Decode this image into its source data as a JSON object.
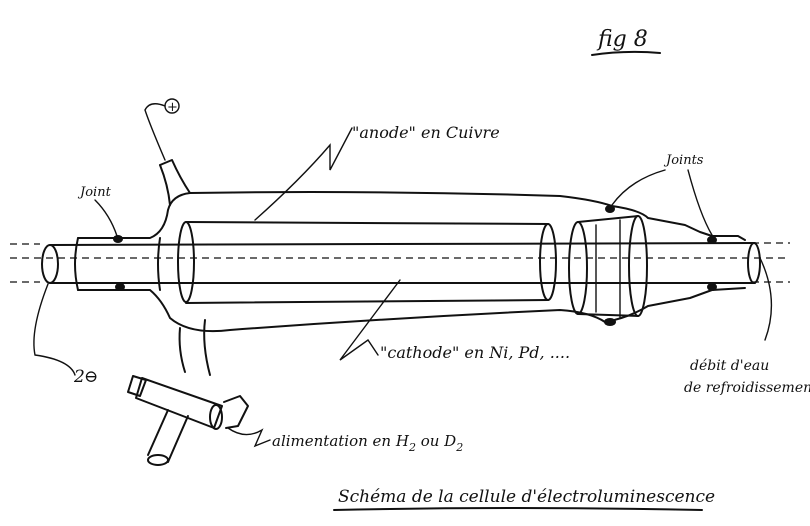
{
  "figure": {
    "label": "fig 8",
    "caption": "Schéma de la cellule d'électroluminescence",
    "plus_sign": "+",
    "minus_sign": "⊖",
    "minus_prefix": "2"
  },
  "labels": {
    "anode": "\"anode\" en Cuivre",
    "cathode": "\"cathode\" en Ni, Pd, ....",
    "joint_left": "Joint",
    "joints_right": "Joints",
    "cooling_line1": "débit d'eau",
    "cooling_line2": "de refroidissement",
    "feed_prefix": "alimentation en H",
    "feed_sub1": "2",
    "feed_mid": " ou D",
    "feed_sub2": "2"
  }
}
